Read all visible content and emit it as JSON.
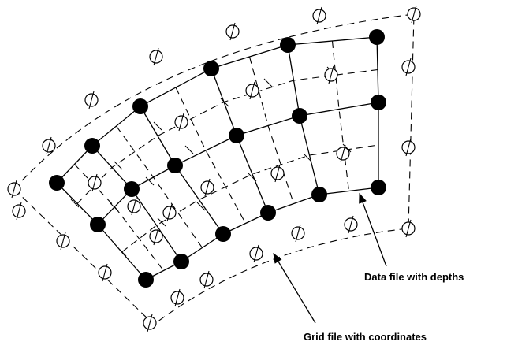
{
  "labels": {
    "data_file": "Data file with depths",
    "grid_file": "Grid file with coordinates"
  },
  "legend_icons": {
    "data_point": "filled-circle",
    "grid_point": "open-circle-with-tick"
  },
  "colors": {
    "ink": "#000000",
    "background": "#ffffff"
  }
}
